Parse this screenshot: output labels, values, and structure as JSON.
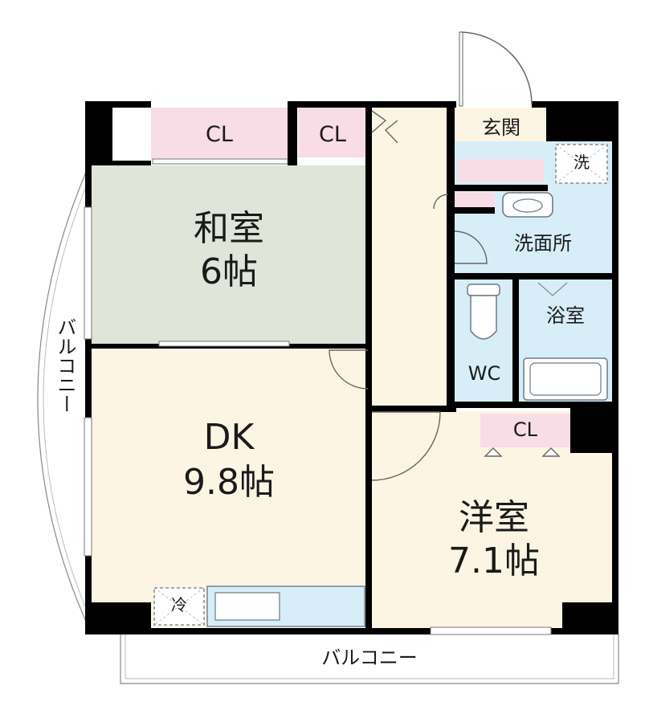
{
  "rooms": {
    "washitsu": {
      "name": "和室",
      "size": "6帖"
    },
    "dk": {
      "name": "DK",
      "size": "9.8帖"
    },
    "yoshitsu": {
      "name": "洋室",
      "size": "7.1帖"
    },
    "genkan": "玄関",
    "senmenjo": "洗面所",
    "yokushitsu": "浴室",
    "wc": "WC"
  },
  "storage": {
    "cl_washitsu": "CL",
    "cl_hall": "CL",
    "cl_yoshitsu": "CL"
  },
  "fixtures": {
    "washer": "洗",
    "fridge": "冷"
  },
  "balcony": {
    "west": "バルコニー",
    "south": "バルコニー"
  },
  "colors": {
    "wall": "#000000",
    "washitsu_floor": "#dfe5d8",
    "dk_floor": "#fdf5e4",
    "hall_floor": "#fdf5e4",
    "wet_area": "#d7eef8",
    "closet": "#f8dce6",
    "fixture_outline": "#6c7a86"
  }
}
